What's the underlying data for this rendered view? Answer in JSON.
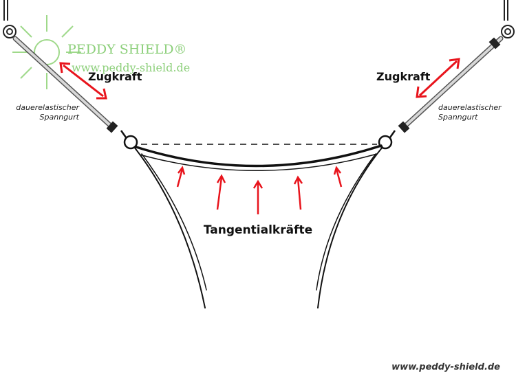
{
  "logo": {
    "name": "PEDDY SHIELD®",
    "url": "www.peddy-shield.de"
  },
  "labels": {
    "left_force": "Zugkraft",
    "right_force": "Zugkraft",
    "left_strap_line1": "dauerelastischer",
    "left_strap_line2": "Spanngurt",
    "right_strap_line1": "dauerelastischer",
    "right_strap_line2": "Spanngurt",
    "center": "Tangentialkräfte"
  },
  "footer": {
    "url": "www.peddy-shield.de"
  },
  "colors": {
    "arrow": "#e8141c",
    "line": "#111111",
    "strap": "#9a9a9a",
    "logo": "#8ccf7a"
  }
}
